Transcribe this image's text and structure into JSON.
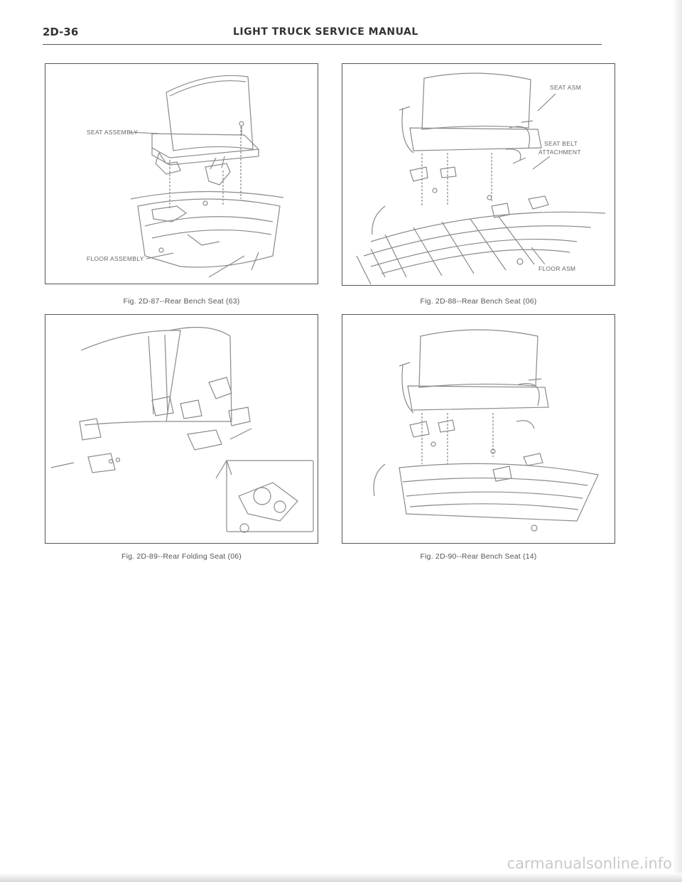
{
  "header": {
    "page_number": "2D-36",
    "title": "LIGHT TRUCK SERVICE MANUAL"
  },
  "figures": [
    {
      "caption": "Fig. 2D-87--Rear Bench Seat (63)",
      "callouts": [
        "SEAT ASSEMBLY",
        "FLOOR ASSEMBLY"
      ]
    },
    {
      "caption": "Fig. 2D-88--Rear Bench Seat (06)",
      "callouts": [
        "SEAT ASM",
        "SEAT BELT",
        "ATTACHMENT",
        "FLOOR ASM"
      ]
    },
    {
      "caption": "Fig. 2D-89--Rear Folding Seat (06)",
      "callouts": []
    },
    {
      "caption": "Fig. 2D-90--Rear Bench Seat (14)",
      "callouts": []
    }
  ],
  "watermark": "carmanualsonline.info"
}
